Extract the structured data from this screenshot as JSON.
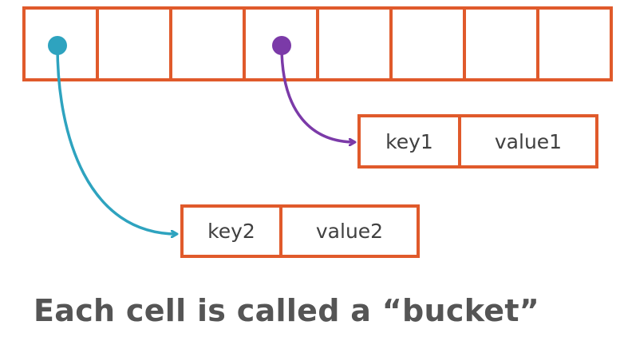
{
  "colors": {
    "cell_border": "#E05A2B",
    "pointer_a": "#2EA3BF",
    "pointer_b": "#7B3AA8",
    "text": "#404040",
    "caption": "#555555"
  },
  "bucket_array": {
    "cell_count": 8
  },
  "pairs": [
    {
      "key": "key1",
      "value": "value1",
      "pointer_from_cell": 4
    },
    {
      "key": "key2",
      "value": "value2",
      "pointer_from_cell": 1
    }
  ],
  "caption": "Each cell is called a “bucket”"
}
